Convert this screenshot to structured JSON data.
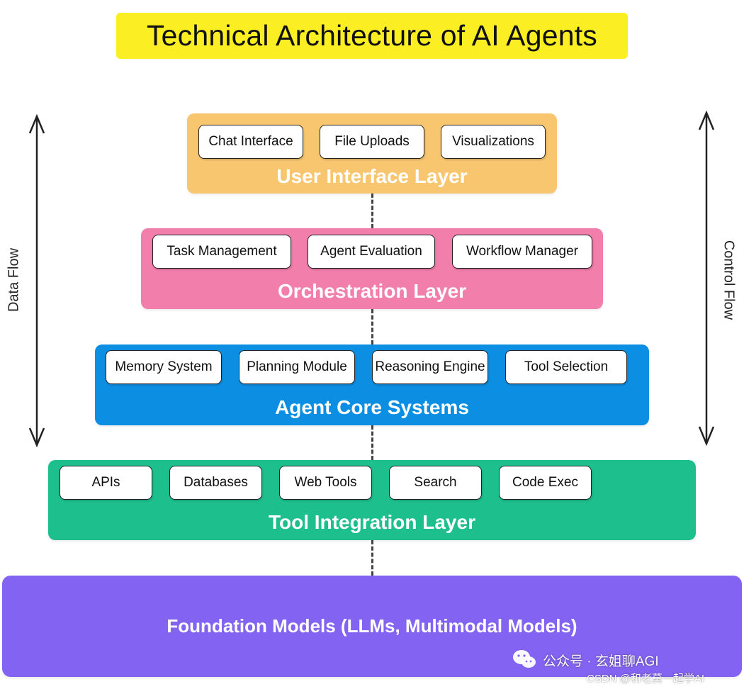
{
  "title": "Technical Architecture of AI Agents",
  "side_labels": {
    "left": "Data Flow",
    "right": "Control Flow"
  },
  "layers": {
    "ui": {
      "title": "User Interface Layer",
      "color": "#f8c66f",
      "components": [
        "Chat Interface",
        "File Uploads",
        "Visualizations"
      ]
    },
    "orchestration": {
      "title": "Orchestration Layer",
      "color": "#f27eab",
      "components": [
        "Task Management",
        "Agent Evaluation",
        "Workflow Manager"
      ]
    },
    "core": {
      "title": "Agent Core Systems",
      "color": "#0c8fe3",
      "components": [
        "Memory System",
        "Planning Module",
        "Reasoning Engine",
        "Tool Selection"
      ]
    },
    "tools": {
      "title": "Tool Integration Layer",
      "color": "#1dbf8d",
      "components": [
        "APIs",
        "Databases",
        "Web Tools",
        "Search",
        "Code Exec"
      ]
    },
    "foundation": {
      "title": "Foundation Models (LLMs, Multimodal Models)",
      "color": "#8363f1"
    }
  },
  "watermark": {
    "line1": "公众号 · 玄姐聊AGI",
    "line2": "CSDN @和老莫一起学AI",
    "icon": "wechat-icon"
  }
}
